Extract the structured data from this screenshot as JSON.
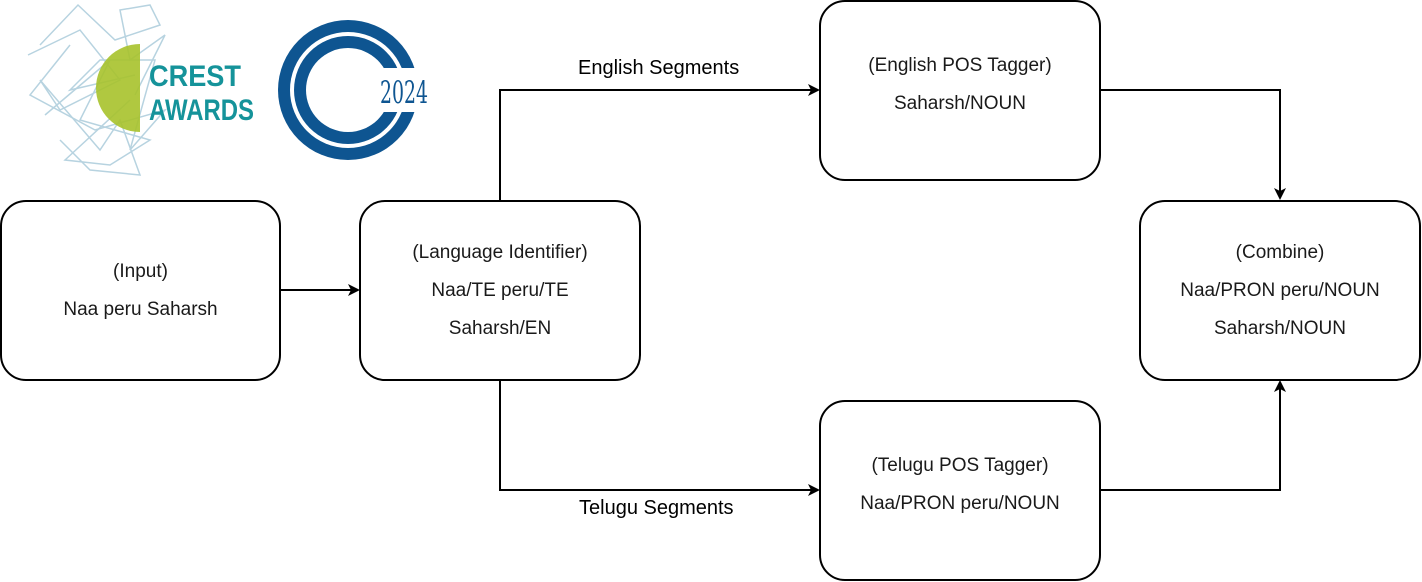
{
  "logos": {
    "crest": {
      "line1": "CREST",
      "line2": "AWARDS",
      "text_color": "#15939a",
      "shape_color": "#a7c22b",
      "mesh_color": "#b7d3e0"
    },
    "year_badge": {
      "year": "2024",
      "color": "#0e5591"
    }
  },
  "nodes": {
    "input": {
      "title": "(Input)",
      "lines": [
        "Naa peru Saharsh"
      ]
    },
    "language_identifier": {
      "title": "(Language Identifier)",
      "lines": [
        "Naa/TE peru/TE",
        "Saharsh/EN"
      ]
    },
    "english_pos_tagger": {
      "title": "(English POS Tagger)",
      "lines": [
        "Saharsh/NOUN"
      ]
    },
    "telugu_pos_tagger": {
      "title": "(Telugu POS Tagger)",
      "lines": [
        "Naa/PRON peru/NOUN"
      ]
    },
    "combine": {
      "title": "(Combine)",
      "lines": [
        "Naa/PRON peru/NOUN",
        "Saharsh/NOUN"
      ]
    }
  },
  "edges": {
    "english_segments": {
      "label": "English Segments"
    },
    "telugu_segments": {
      "label": "Telugu Segments"
    }
  }
}
